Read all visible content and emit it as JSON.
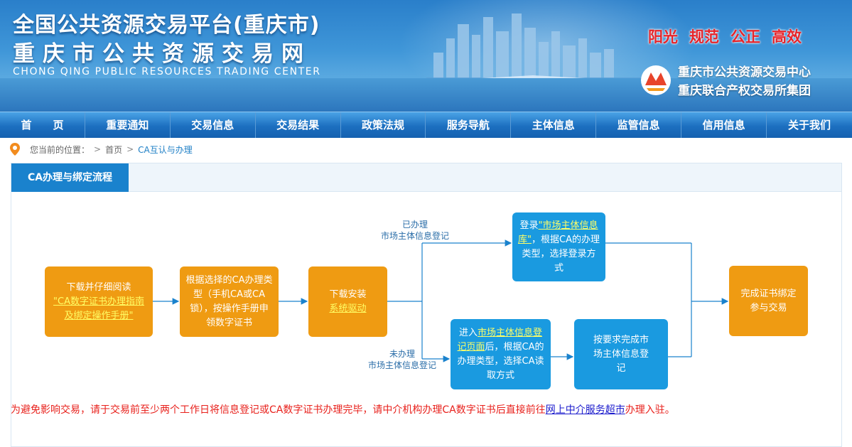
{
  "header": {
    "title_cn": "全国公共资源交易平台(重庆市)",
    "subtitle_cn": "重庆市公共资源交易网",
    "title_en": "CHONG QING PUBLIC RESOURCES TRADING CENTER",
    "slogans": [
      "阳光",
      "规范",
      "公正",
      "高效"
    ],
    "org_names": [
      "重庆市公共资源交易中心",
      "重庆联合产权交易所集团"
    ],
    "colors": {
      "slogan": "#e6242a",
      "banner": "#3f96d8"
    }
  },
  "nav": {
    "items": [
      "首　　页",
      "重要通知",
      "交易信息",
      "交易结果",
      "政策法规",
      "服务导航",
      "主体信息",
      "监管信息",
      "信用信息",
      "关于我们"
    ]
  },
  "breadcrumb": {
    "prefix": "您当前的位置：",
    "home": "首页",
    "sep": ">",
    "current": "CA互认与办理"
  },
  "panel": {
    "tab_label": "CA办理与绑定流程"
  },
  "flow": {
    "step1": {
      "text": "下载并仔细阅读",
      "link": "\"CA数字证书办理指南及绑定操作手册\""
    },
    "step2": {
      "text": "根据选择的CA办理类型（手机CA或CA锁），按操作手册申领数字证书"
    },
    "step3": {
      "text": "下载安装",
      "link": "系统驱动"
    },
    "branch_done": {
      "line1": "已办理",
      "line2": "市场主体信息登记"
    },
    "branch_not": {
      "line1": "未办理",
      "line2": "市场主体信息登记"
    },
    "step4a": {
      "before": "登录",
      "link": "\"市场主体信息库\"",
      "after": "，根据CA的办理类型，选择登录方式"
    },
    "step4b": {
      "before": "进入",
      "link": "市场主体信息登记页面",
      "after": "后，根据CA的办理类型，选择CA读取方式"
    },
    "step5b": {
      "text": "按要求完成市场主体信息登记"
    },
    "step_final": {
      "text": "完成证书绑定参与交易"
    },
    "colors": {
      "orange": "#ef9b12",
      "blue": "#1a9ae0",
      "arrow": "#1a82cd"
    }
  },
  "notice": {
    "text": "为避免影响交易，请于交易前至少两个工作日将信息登记或CA数字证书办理完毕，请中介机构办理CA数字证书后直接前往",
    "link": "网上中介服务超市",
    "suffix": "办理入驻。"
  }
}
